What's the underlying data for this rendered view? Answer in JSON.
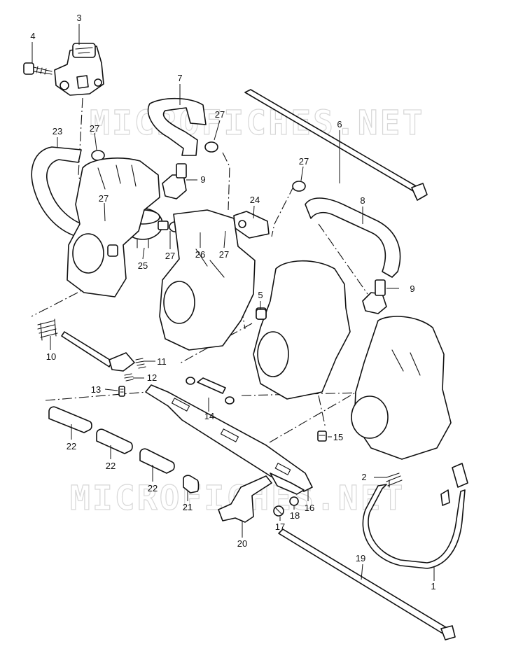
{
  "watermark": {
    "top_text": "MICROFICHES.NET",
    "bottom_text": "MICROFICHES.NET"
  },
  "callouts": [
    {
      "id": "c1",
      "text": "1"
    },
    {
      "id": "c2",
      "text": "2"
    },
    {
      "id": "c3",
      "text": "3"
    },
    {
      "id": "c4",
      "text": "4"
    },
    {
      "id": "c5",
      "text": "5"
    },
    {
      "id": "c6",
      "text": "6"
    },
    {
      "id": "c7",
      "text": "7"
    },
    {
      "id": "c8",
      "text": "8"
    },
    {
      "id": "c9a",
      "text": "9"
    },
    {
      "id": "c9b",
      "text": "9"
    },
    {
      "id": "c10",
      "text": "10"
    },
    {
      "id": "c11",
      "text": "11"
    },
    {
      "id": "c12",
      "text": "12"
    },
    {
      "id": "c13",
      "text": "13"
    },
    {
      "id": "c14",
      "text": "14"
    },
    {
      "id": "c15",
      "text": "15"
    },
    {
      "id": "c16",
      "text": "16"
    },
    {
      "id": "c17",
      "text": "17"
    },
    {
      "id": "c18",
      "text": "18"
    },
    {
      "id": "c19",
      "text": "19"
    },
    {
      "id": "c20",
      "text": "20"
    },
    {
      "id": "c21",
      "text": "21"
    },
    {
      "id": "c22a",
      "text": "22"
    },
    {
      "id": "c22b",
      "text": "22"
    },
    {
      "id": "c22c",
      "text": "22"
    },
    {
      "id": "c23",
      "text": "23"
    },
    {
      "id": "c24",
      "text": "24"
    },
    {
      "id": "c25",
      "text": "25"
    },
    {
      "id": "c26",
      "text": "26"
    },
    {
      "id": "c27a",
      "text": "27"
    },
    {
      "id": "c27b",
      "text": "27"
    },
    {
      "id": "c27c",
      "text": "27"
    },
    {
      "id": "c27d",
      "text": "27"
    },
    {
      "id": "c27e",
      "text": "27"
    },
    {
      "id": "c27f",
      "text": "27"
    }
  ]
}
